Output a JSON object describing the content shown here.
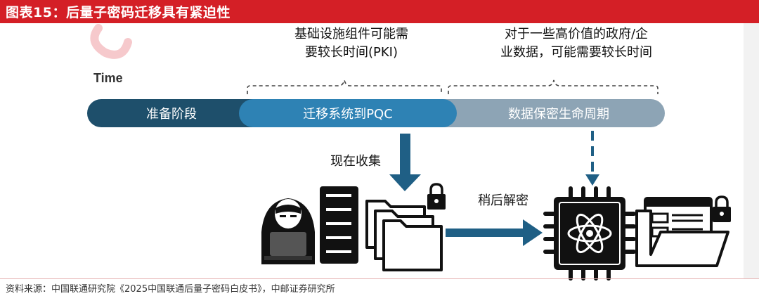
{
  "title": "图表15：后量子密码迁移具有紧迫性",
  "time_label": "Time",
  "brackets": {
    "left": [
      "基础设施组件可能需",
      "要较长时间(PKI)"
    ],
    "right": [
      "对于一些高价值的政府/企",
      "业数据，可能需要较长时间"
    ]
  },
  "phases": [
    "准备阶段",
    "迁移系统到PQC",
    "数据保密生命周期"
  ],
  "collect_label": "现在收集",
  "decrypt_label": "稍后解密",
  "source": "资料来源：中国联通研究院《2025中国联通后量子密码白皮书》，中邮证券研究所",
  "colors": {
    "title_bar": "#d41f26",
    "phase_prepare": "#1e4f6b",
    "phase_migrate": "#2e82b4",
    "phase_lifecycle": "#8da4b5",
    "arrow": "#1f5f85"
  }
}
